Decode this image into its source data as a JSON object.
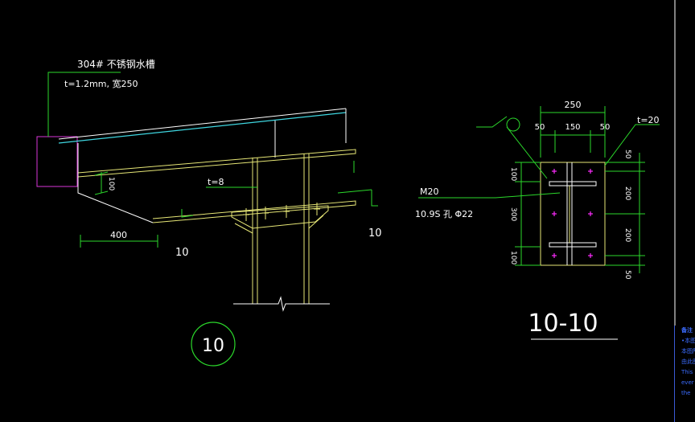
{
  "drawing": {
    "background": "#000000",
    "colors": {
      "outline": "#ffffff",
      "steel": "#e6e676",
      "dimension": "#2bd82b",
      "cyan": "#3fd6e0",
      "magenta": "#d936d9",
      "bolt": "#ff2bff"
    },
    "detail": {
      "gutter_label": "304# 不锈钢水槽",
      "gutter_spec": "t=1.2mm,   宽250",
      "plate_thickness": "t=8",
      "dim_400": "400",
      "dim_100": "100",
      "cut_left": "10",
      "cut_right": "10",
      "detail_number": "10"
    },
    "section": {
      "dim_top_total": "250",
      "dim_top_a": "50",
      "dim_top_b": "150",
      "dim_top_c": "50",
      "plate_t": "t=20",
      "bolt_label": "M20",
      "bolt_spec": "10.9S  孔 Φ22",
      "left_dims": [
        "100",
        "300",
        "100"
      ],
      "right_dims": [
        "50",
        "200",
        "200",
        "50"
      ],
      "title": "10-10"
    }
  },
  "side_panel": {
    "lines": [
      "备注",
      "•本图",
      "本图所",
      "由此图",
      "This",
      "ever",
      "the"
    ]
  }
}
